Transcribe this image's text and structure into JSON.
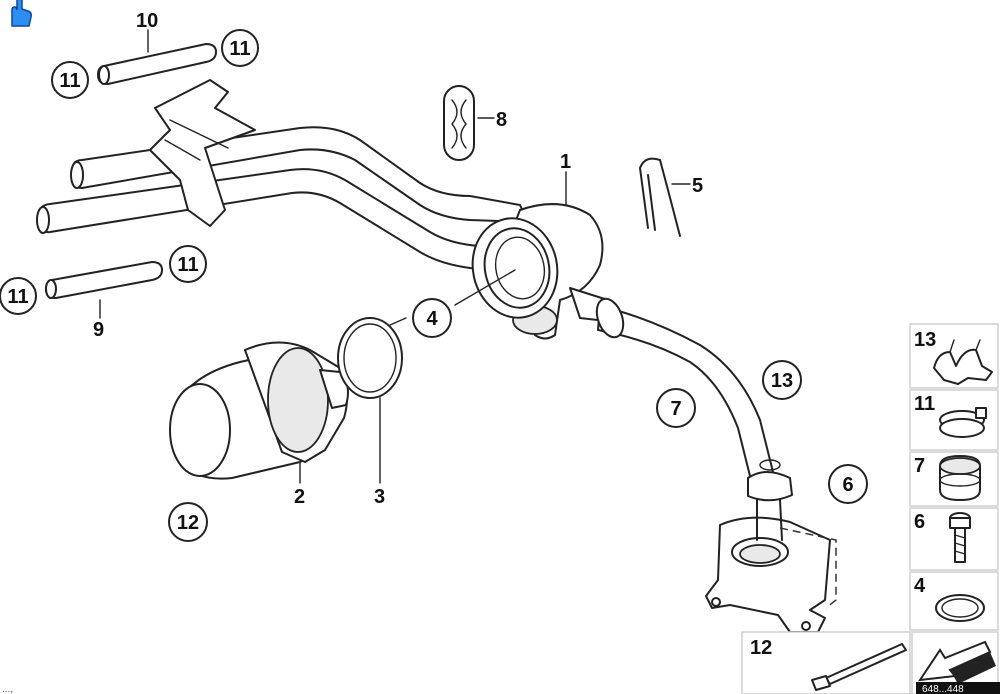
{
  "labels": {
    "l1": "1",
    "l2": "2",
    "l3": "3",
    "l4": "4",
    "l5": "5",
    "l6": "6",
    "l7": "7",
    "l8": "8",
    "l9": "9",
    "l10": "10",
    "l11": "11",
    "l12": "12",
    "l13": "13"
  },
  "callouts": {
    "c11a": "11",
    "c11b": "11",
    "c11c": "11",
    "c11d": "11",
    "c4": "4",
    "c7": "7",
    "c13": "13",
    "c6": "6",
    "c12": "12"
  },
  "legend": {
    "k13": "13",
    "k11": "11",
    "k7": "7",
    "k6": "6",
    "k4": "4",
    "k12": "12"
  },
  "footer": {
    "left": "...,",
    "right": "648...448"
  },
  "colors": {
    "ink": "#222222",
    "cursor": "#1e88e5",
    "box_border": "#cfcfcf"
  }
}
